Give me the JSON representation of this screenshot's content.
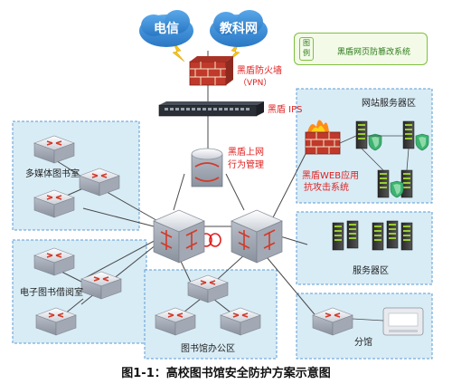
{
  "clouds": {
    "telecom": "电信",
    "edu": "教科网"
  },
  "legend": {
    "tag": "图例",
    "label": "黑盾网页防篡改系统"
  },
  "devices": {
    "firewall_line1": "黑盾防火墙",
    "firewall_line2": "（VPN）",
    "ips": "黑盾 IPS",
    "behavior_line1": "黑盾上网",
    "behavior_line2": "行为管理",
    "waf_line1": "黑盾WEB应用",
    "waf_line2": "抗攻击系统"
  },
  "zones": {
    "multimedia": "多媒体图书室",
    "ebook": "电子图书借阅室",
    "office": "图书馆办公区",
    "website": "网站服务器区",
    "server": "服务器区",
    "branch": "分馆"
  },
  "caption": "图1-1：高校图书馆安全防护方案示意图",
  "colors": {
    "zone_fill": "#d8ecf6",
    "zone_border": "#5b9bd5",
    "cloud": "#3d8fd6",
    "label_red": "#e02020",
    "legend_green": "#7fbf3f"
  }
}
